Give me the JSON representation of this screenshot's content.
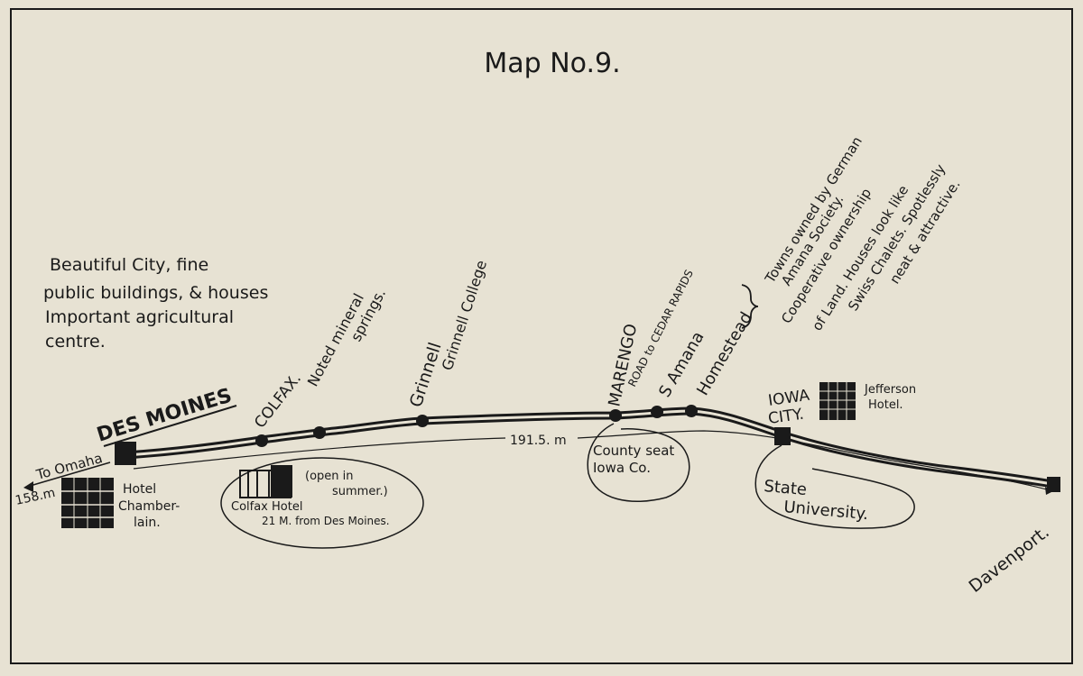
{
  "title": "Map No.9.",
  "cities": {
    "des_moines": "DES MOINES",
    "colfax": "COLFAX.",
    "grinnell": "Grinnell",
    "marengo": "MARENGO",
    "south_amana": "S Amana",
    "homestead": "Homestead",
    "iowa_city_1": "IOWA",
    "iowa_city_2": "CITY.",
    "davenport": "Davenport."
  },
  "notes": {
    "des_moines": [
      "Beautiful City, fine",
      "public buildings, & houses",
      "Important agricultural",
      "centre."
    ],
    "colfax": [
      "Noted mineral",
      "springs."
    ],
    "grinnell_college": "Grinnell College",
    "cedar_rapids_road": "ROAD to CEDAR RAPIDS",
    "amana": [
      "Towns owned by German",
      "Amana Society.",
      "Cooperative ownership",
      "of Land. Houses look like",
      "Swiss Chalets. Spotlessly",
      "neat & attractive."
    ],
    "marengo_bubble": [
      "County seat",
      "Iowa Co."
    ],
    "iowa_city_bubble": [
      "State",
      "University."
    ],
    "colfax_bubble_open": [
      "(open in",
      "summer.)"
    ],
    "colfax_bubble_hotel": "Colfax Hotel",
    "colfax_bubble_distance": "21 M. from Des Moines.",
    "hotel_chamberlain": [
      "Hotel",
      "Chamber-",
      "lain."
    ],
    "jefferson_hotel": [
      "Jefferson",
      "Hotel."
    ],
    "to_omaha": "To Omaha",
    "des_moines_mileage": "158.m",
    "route_mileage": "191.5. m"
  },
  "icons": [
    "building-icon",
    "hotel-chamberlain-icon",
    "colfax-hotel-icon",
    "jefferson-hotel-icon",
    "station-dot",
    "arrow-left"
  ]
}
